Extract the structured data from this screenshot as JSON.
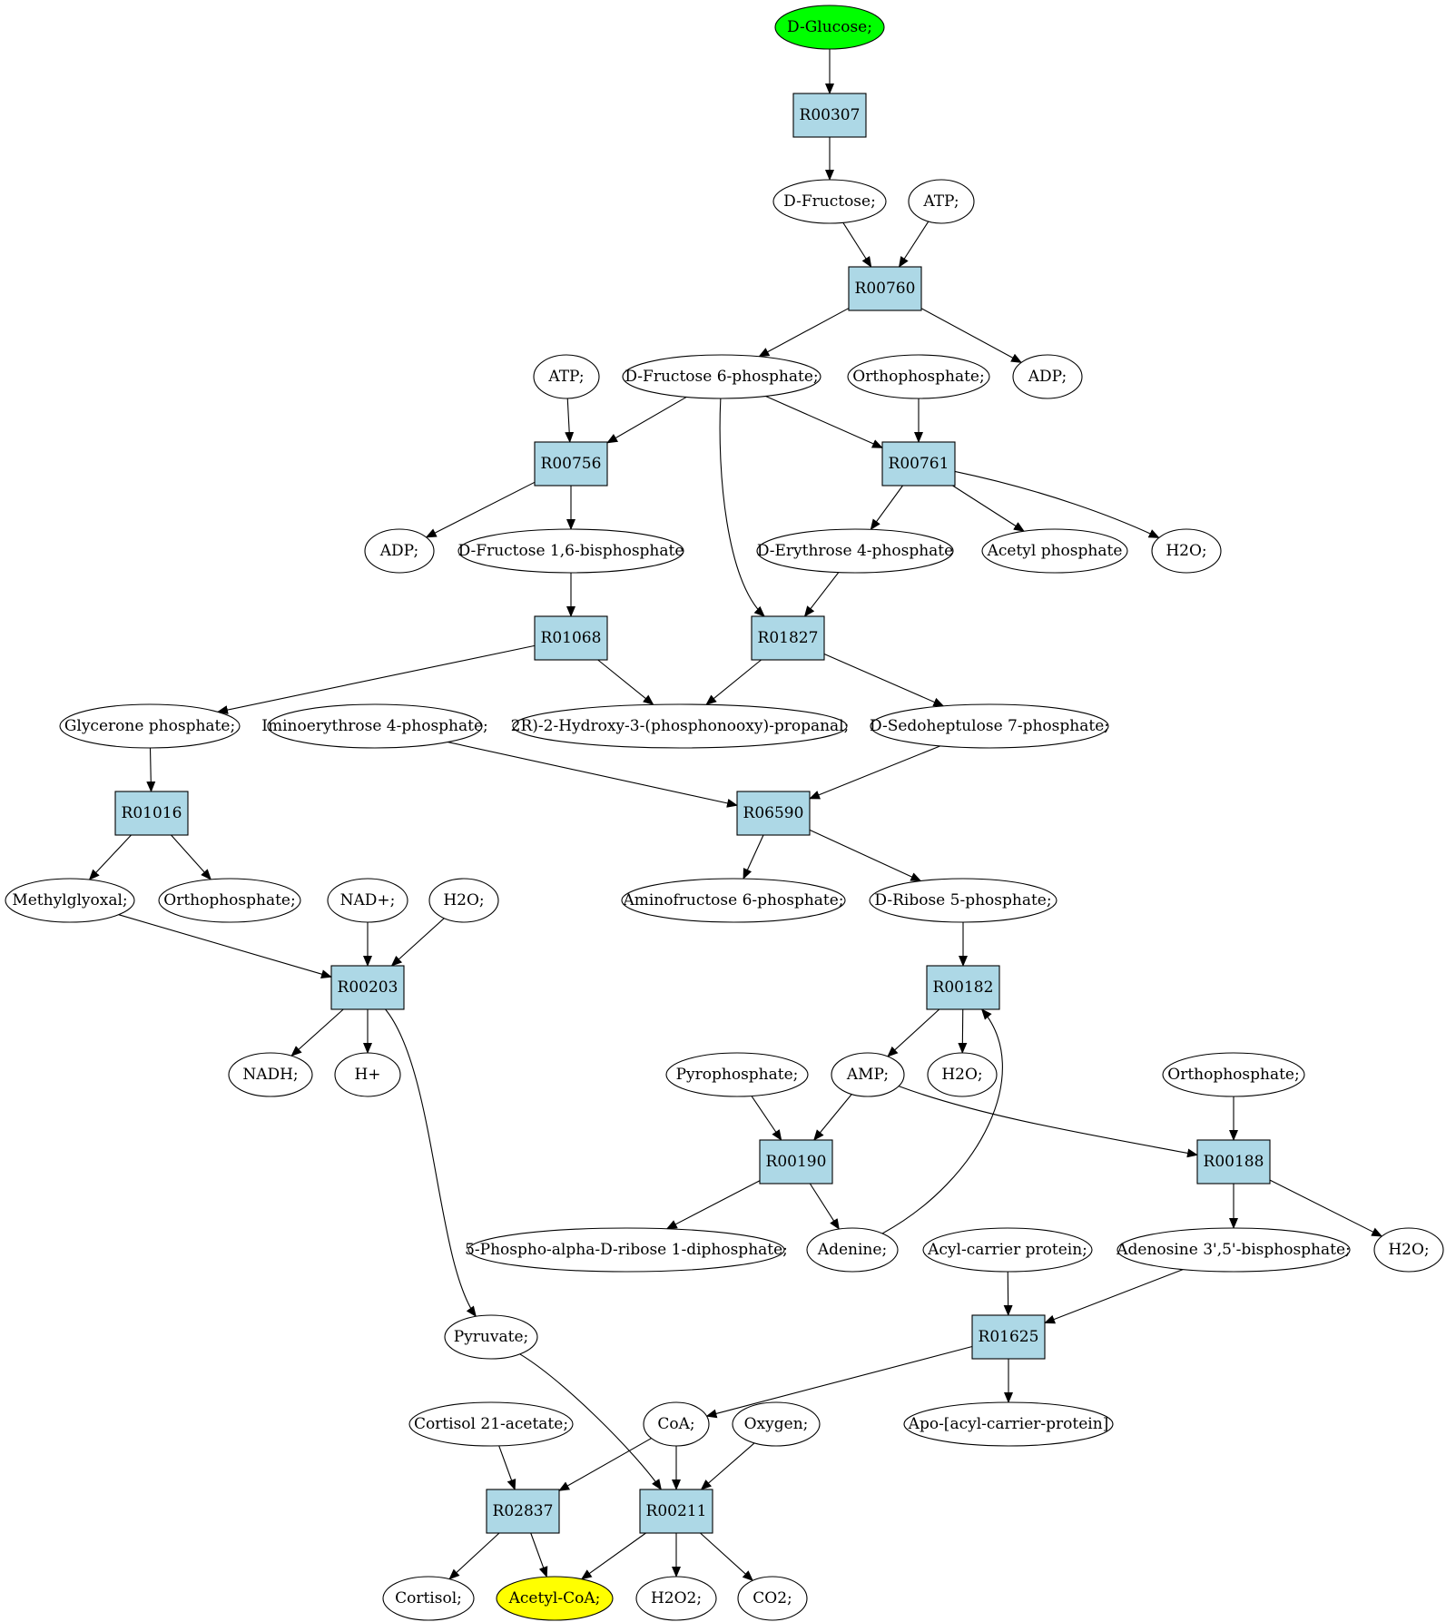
{
  "colors": {
    "reaction_fill": "#add8e6",
    "compound_fill": "#ffffff",
    "start_fill": "#00ff00",
    "end_fill": "#ffff00",
    "stroke": "#000000"
  },
  "nodes": [
    {
      "id": "glucose",
      "label": "D-Glucose;",
      "kind": "compound",
      "role": "start"
    },
    {
      "id": "r00307",
      "label": "R00307",
      "kind": "reaction"
    },
    {
      "id": "fructose",
      "label": "D-Fructose;",
      "kind": "compound"
    },
    {
      "id": "atp1",
      "label": "ATP;",
      "kind": "compound"
    },
    {
      "id": "r00760",
      "label": "R00760",
      "kind": "reaction"
    },
    {
      "id": "atp2",
      "label": "ATP;",
      "kind": "compound"
    },
    {
      "id": "f6p",
      "label": "D-Fructose 6-phosphate;",
      "kind": "compound"
    },
    {
      "id": "ortho1",
      "label": "Orthophosphate;",
      "kind": "compound"
    },
    {
      "id": "adp1",
      "label": "ADP;",
      "kind": "compound"
    },
    {
      "id": "r00756",
      "label": "R00756",
      "kind": "reaction"
    },
    {
      "id": "r00761",
      "label": "R00761",
      "kind": "reaction"
    },
    {
      "id": "adp2",
      "label": "ADP;",
      "kind": "compound"
    },
    {
      "id": "f16bp",
      "label": "D-Fructose 1,6-bisphosphate",
      "kind": "compound"
    },
    {
      "id": "e4p",
      "label": "D-Erythrose 4-phosphate",
      "kind": "compound"
    },
    {
      "id": "acetylp",
      "label": "Acetyl phosphate",
      "kind": "compound"
    },
    {
      "id": "h2o1",
      "label": "H2O;",
      "kind": "compound"
    },
    {
      "id": "r01068",
      "label": "R01068",
      "kind": "reaction"
    },
    {
      "id": "r01827",
      "label": "R01827",
      "kind": "reaction"
    },
    {
      "id": "glycerone",
      "label": "Glycerone phosphate;",
      "kind": "compound"
    },
    {
      "id": "imino",
      "label": "Iminoerythrose 4-phosphate;",
      "kind": "compound"
    },
    {
      "id": "hydroxy",
      "label": "2R)-2-Hydroxy-3-(phosphonooxy)-propanal;",
      "kind": "compound"
    },
    {
      "id": "s7p",
      "label": "D-Sedoheptulose 7-phosphate;",
      "kind": "compound"
    },
    {
      "id": "r01016",
      "label": "R01016",
      "kind": "reaction"
    },
    {
      "id": "r06590",
      "label": "R06590",
      "kind": "reaction"
    },
    {
      "id": "methylglyoxal",
      "label": "Methylglyoxal;",
      "kind": "compound"
    },
    {
      "id": "ortho2",
      "label": "Orthophosphate;",
      "kind": "compound"
    },
    {
      "id": "nad",
      "label": "NAD+;",
      "kind": "compound"
    },
    {
      "id": "h2o2",
      "label": "H2O;",
      "kind": "compound"
    },
    {
      "id": "aminof6p",
      "label": "Aminofructose 6-phosphate;",
      "kind": "compound"
    },
    {
      "id": "r5p",
      "label": "D-Ribose 5-phosphate;",
      "kind": "compound"
    },
    {
      "id": "r00203",
      "label": "R00203",
      "kind": "reaction"
    },
    {
      "id": "r00182",
      "label": "R00182",
      "kind": "reaction"
    },
    {
      "id": "nadh",
      "label": "NADH;",
      "kind": "compound"
    },
    {
      "id": "hplus",
      "label": "H+",
      "kind": "compound"
    },
    {
      "id": "pyrophos",
      "label": "Pyrophosphate;",
      "kind": "compound"
    },
    {
      "id": "amp",
      "label": "AMP;",
      "kind": "compound"
    },
    {
      "id": "h2o3",
      "label": "H2O;",
      "kind": "compound"
    },
    {
      "id": "ortho3",
      "label": "Orthophosphate;",
      "kind": "compound"
    },
    {
      "id": "r00190",
      "label": "R00190",
      "kind": "reaction"
    },
    {
      "id": "r00188",
      "label": "R00188",
      "kind": "reaction"
    },
    {
      "id": "prpp",
      "label": "5-Phospho-alpha-D-ribose 1-diphosphate;",
      "kind": "compound"
    },
    {
      "id": "adenine",
      "label": "Adenine;",
      "kind": "compound"
    },
    {
      "id": "acp",
      "label": "Acyl-carrier protein;",
      "kind": "compound"
    },
    {
      "id": "pap",
      "label": "Adenosine 3',5'-bisphosphate;",
      "kind": "compound"
    },
    {
      "id": "h2o4",
      "label": "H2O;",
      "kind": "compound"
    },
    {
      "id": "pyruvate",
      "label": "Pyruvate;",
      "kind": "compound"
    },
    {
      "id": "r01625",
      "label": "R01625",
      "kind": "reaction"
    },
    {
      "id": "cortisolac",
      "label": "Cortisol 21-acetate;",
      "kind": "compound"
    },
    {
      "id": "coa",
      "label": "CoA;",
      "kind": "compound"
    },
    {
      "id": "oxygen",
      "label": "Oxygen;",
      "kind": "compound"
    },
    {
      "id": "apoacp",
      "label": "Apo-[acyl-carrier-protein]",
      "kind": "compound"
    },
    {
      "id": "r02837",
      "label": "R02837",
      "kind": "reaction"
    },
    {
      "id": "r00211",
      "label": "R00211",
      "kind": "reaction"
    },
    {
      "id": "cortisol",
      "label": "Cortisol;",
      "kind": "compound"
    },
    {
      "id": "acetylcoa",
      "label": "Acetyl-CoA;",
      "kind": "compound",
      "role": "end"
    },
    {
      "id": "h2o2b",
      "label": "H2O2;",
      "kind": "compound"
    },
    {
      "id": "co2",
      "label": "CO2;",
      "kind": "compound"
    }
  ],
  "edges": [
    [
      "glucose",
      "r00307"
    ],
    [
      "r00307",
      "fructose"
    ],
    [
      "fructose",
      "r00760"
    ],
    [
      "atp1",
      "r00760"
    ],
    [
      "r00760",
      "f6p"
    ],
    [
      "r00760",
      "adp1"
    ],
    [
      "atp2",
      "r00756"
    ],
    [
      "f6p",
      "r00756"
    ],
    [
      "f6p",
      "r00761"
    ],
    [
      "ortho1",
      "r00761"
    ],
    [
      "f6p",
      "r01827"
    ],
    [
      "r00756",
      "adp2"
    ],
    [
      "r00756",
      "f16bp"
    ],
    [
      "r00761",
      "e4p"
    ],
    [
      "r00761",
      "acetylp"
    ],
    [
      "r00761",
      "h2o1"
    ],
    [
      "f16bp",
      "r01068"
    ],
    [
      "e4p",
      "r01827"
    ],
    [
      "r01068",
      "glycerone"
    ],
    [
      "r01068",
      "hydroxy"
    ],
    [
      "r01827",
      "hydroxy"
    ],
    [
      "r01827",
      "s7p"
    ],
    [
      "glycerone",
      "r01016"
    ],
    [
      "imino",
      "r06590"
    ],
    [
      "s7p",
      "r06590"
    ],
    [
      "r01016",
      "methylglyoxal"
    ],
    [
      "r01016",
      "ortho2"
    ],
    [
      "r06590",
      "aminof6p"
    ],
    [
      "r06590",
      "r5p"
    ],
    [
      "methylglyoxal",
      "r00203"
    ],
    [
      "nad",
      "r00203"
    ],
    [
      "h2o2",
      "r00203"
    ],
    [
      "r00203",
      "nadh"
    ],
    [
      "r00203",
      "hplus"
    ],
    [
      "r00203",
      "pyruvate"
    ],
    [
      "r5p",
      "r00182"
    ],
    [
      "r00182",
      "amp"
    ],
    [
      "r00182",
      "h2o3"
    ],
    [
      "pyrophos",
      "r00190"
    ],
    [
      "amp",
      "r00190"
    ],
    [
      "amp",
      "r00188"
    ],
    [
      "ortho3",
      "r00188"
    ],
    [
      "r00190",
      "prpp"
    ],
    [
      "r00190",
      "adenine"
    ],
    [
      "adenine",
      "r00182"
    ],
    [
      "r00188",
      "pap"
    ],
    [
      "r00188",
      "h2o4"
    ],
    [
      "acp",
      "r01625"
    ],
    [
      "pap",
      "r01625"
    ],
    [
      "r01625",
      "coa"
    ],
    [
      "r01625",
      "apoacp"
    ],
    [
      "cortisolac",
      "r02837"
    ],
    [
      "coa",
      "r02837"
    ],
    [
      "coa",
      "r00211"
    ],
    [
      "oxygen",
      "r00211"
    ],
    [
      "pyruvate",
      "r00211"
    ],
    [
      "r02837",
      "cortisol"
    ],
    [
      "r02837",
      "acetylcoa"
    ],
    [
      "r00211",
      "acetylcoa"
    ],
    [
      "r00211",
      "h2o2b"
    ],
    [
      "r00211",
      "co2"
    ]
  ]
}
